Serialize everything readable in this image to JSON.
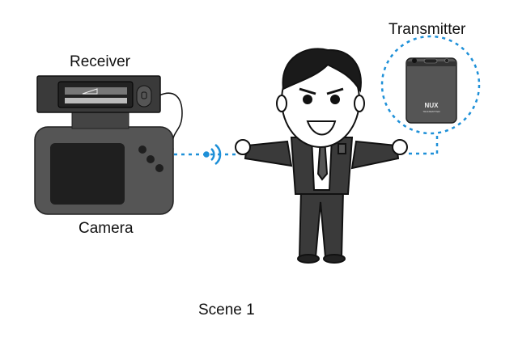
{
  "labels": {
    "receiver": "Receiver",
    "camera": "Camera",
    "transmitter": "Transmitter",
    "scene": "Scene 1"
  },
  "device_logo": {
    "brand": "NUX",
    "model": "TRANSMITTER"
  },
  "colors": {
    "signal": "#1e90d8",
    "device": "#555555",
    "screen": "#1f1f1f",
    "suit": "#3a3a3a"
  }
}
